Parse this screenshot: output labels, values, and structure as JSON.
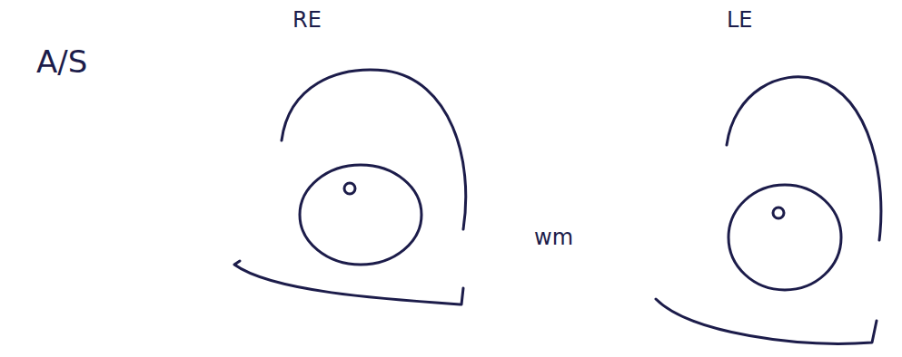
{
  "diagram": {
    "labels": [
      "A/S",
      "RE",
      "LE",
      "wm"
    ]
  }
}
